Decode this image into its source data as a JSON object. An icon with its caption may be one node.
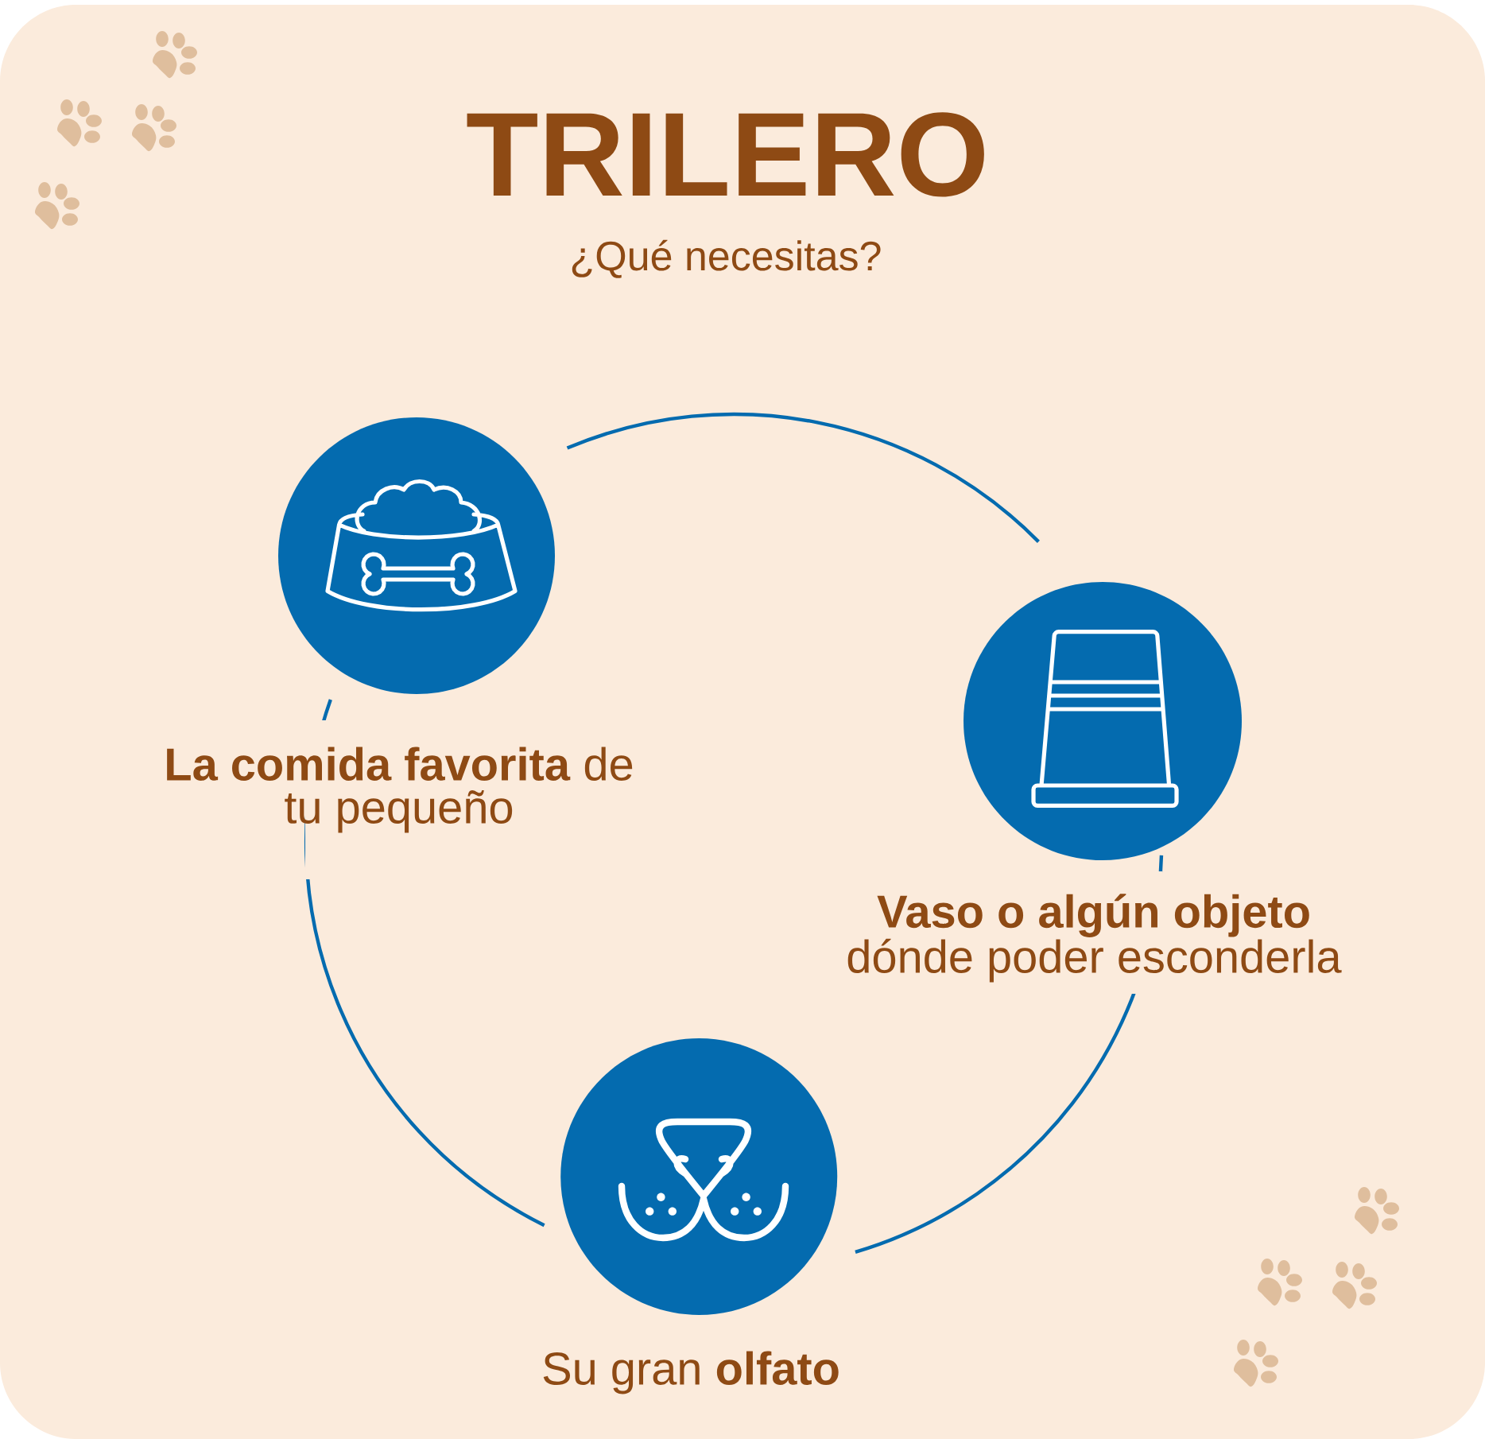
{
  "diagram": {
    "title": "TRILERO",
    "nodes": [
      {
        "text": [],
        "shape": "circle",
        "beside": [
          "**La comida favorita** de tu pequeño"
        ]
      },
      {
        "text": [],
        "shape": "circle",
        "beside": [
          "**Vaso o algún objeto** dónde poder esconderla"
        ]
      },
      {
        "text": [],
        "shape": "circle",
        "beside": [
          "Su gran **olfato**"
        ]
      }
    ],
    "edges": [
      {
        "from": 0,
        "to": 1,
        "arrow": "none"
      },
      {
        "from": 1,
        "to": 2,
        "arrow": "none"
      },
      {
        "from": 2,
        "to": 0,
        "arrow": "none"
      }
    ],
    "labels": [
      "¿Qué necesitas?"
    ]
  }
}
